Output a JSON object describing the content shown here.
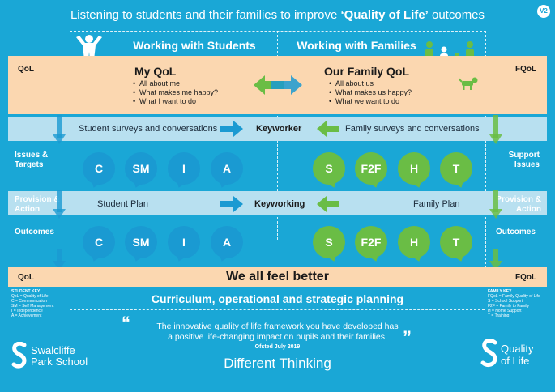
{
  "header": {
    "title_pre": "Listening to students and their families to improve ",
    "title_bold": "‘Quality of Life’",
    "title_post": " outcomes",
    "version": "V2"
  },
  "columns": {
    "students": "Working with Students",
    "families": "Working with Families"
  },
  "rows": {
    "qol_left": "QoL",
    "qol_right": "FQoL",
    "issues_left": "Issues & Targets",
    "issues_right": "Support Issues",
    "provision_left": "Provision & Action",
    "provision_right": "Provision & Action",
    "outcomes_left": "Outcomes",
    "outcomes_right": "Outcomes",
    "bottom_left": "QoL",
    "bottom_right": "FQoL"
  },
  "my_qol": {
    "title": "My QoL",
    "items": [
      "All about me",
      "What makes me happy?",
      "What I want to do"
    ]
  },
  "family_qol": {
    "title": "Our Family QoL",
    "items": [
      "All about us",
      "What makes us happy?",
      "What we want to do"
    ]
  },
  "surveys": {
    "student": "Student surveys and conversations",
    "center": "Keyworker",
    "family": "Family surveys and conversations"
  },
  "plans": {
    "student": "Student Plan",
    "center": "Keyworking",
    "family": "Family Plan"
  },
  "student_bubbles": [
    "C",
    "SM",
    "I",
    "A"
  ],
  "family_bubbles": [
    "S",
    "F2F",
    "H",
    "T"
  ],
  "feel_better": "We all feel better",
  "planning": "Curriculum, operational and strategic planning",
  "student_key": {
    "title": "STUDENT KEY",
    "entries": [
      "QoL  = Quality of Life",
      "C    = Communication",
      "SM   = Self Management",
      "I    = Independence",
      "A    = Achievement"
    ]
  },
  "family_key": {
    "title": "FAMILY KEY",
    "entries": [
      "FQoL = Family Quality of Life",
      "S    = School Support",
      "F2F  = Family to Family",
      "H    = Home Support",
      "T    = Training"
    ]
  },
  "quote": {
    "line1": "The innovative quality of life framework you have developed has",
    "line2": "a positive life-changing impact on pupils and their families.",
    "source": "Ofsted July 2019"
  },
  "tagline": "Different Thinking",
  "logo_left": {
    "line1": "Swalcliffe",
    "line2": "Park School"
  },
  "logo_right": {
    "line1": "Quality",
    "line2": "of Life"
  },
  "colors": {
    "background": "#1aa7d6",
    "peach": "#fbd7b0",
    "light_blue": "#b8e0f0",
    "student_blue": "#1a9ad2",
    "family_green": "#6abd45"
  }
}
